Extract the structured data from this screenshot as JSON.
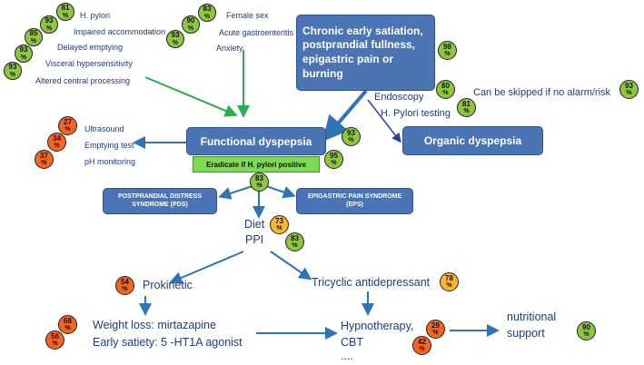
{
  "nodes": {
    "chronic": "Chronic early satiation, postprandial fullness, epigastric pain or burning",
    "functional": "Functional dyspepsia",
    "organic": "Organic dyspepsia",
    "eradicate": "Eradicate if H. pylori positive",
    "pds": "POSTPRANDIAL DISTRESS SYNDROME (PDS)",
    "eps": "EPIGASTRIC PAIN SYNDROME (EPS)"
  },
  "labels": {
    "endoscopy": "Endoscopy",
    "hpylori_testing": "H. Pylori testing",
    "skip": "Can be skipped if no alarm/risk",
    "diet": "Diet",
    "ppi": "PPI",
    "prokinetic": "Prokinetic",
    "tricyclic": "Tricyclic antidepressant",
    "weight_loss": "Weight loss: mirtazapine",
    "early_satiety": "Early satiety: 5 -HT1A agonist",
    "hypnotherapy": "Hypnotherapy,",
    "cbt": "CBT",
    "ellipsis": "....",
    "nutritional": "nutritional",
    "support": "support"
  },
  "risk_factors": [
    "H. pylori",
    "Impaired accommodation",
    "Delayed emptying",
    "Visceral hypersensitivity",
    "Altered central processing"
  ],
  "risk_factors_2": [
    "Female sex",
    "Acute gastroenteritis",
    "Anxiety"
  ],
  "tests": [
    "Ultrasound",
    "Emptying test",
    "pH monitoring"
  ],
  "badges": {
    "b81": "81",
    "b93a": "93",
    "b85": "85",
    "b93b": "93",
    "b93c": "93",
    "b83a": "83",
    "b90a": "90",
    "b93d": "93",
    "b98": "98",
    "b80": "80",
    "b81b": "81",
    "b93e": "93",
    "b27": "27",
    "b34": "34",
    "b37": "37",
    "b93f": "93",
    "b95": "95",
    "b83b": "83",
    "b73": "73",
    "b83c": "83",
    "b54": "54",
    "b78": "78",
    "b68": "68",
    "b56": "56",
    "b29": "29",
    "b42": "42",
    "b90b": "90",
    "pct": "%"
  },
  "colors": {
    "green": "#8dc63f",
    "orange": "#f26522",
    "yellow": "#f7b731",
    "box_blue": "#4a74b4",
    "eradicate_green": "#7ed957",
    "text_navy": "#1f3a80",
    "arrow_blue": "#2e75b6",
    "arrow_green": "#22b14c"
  }
}
